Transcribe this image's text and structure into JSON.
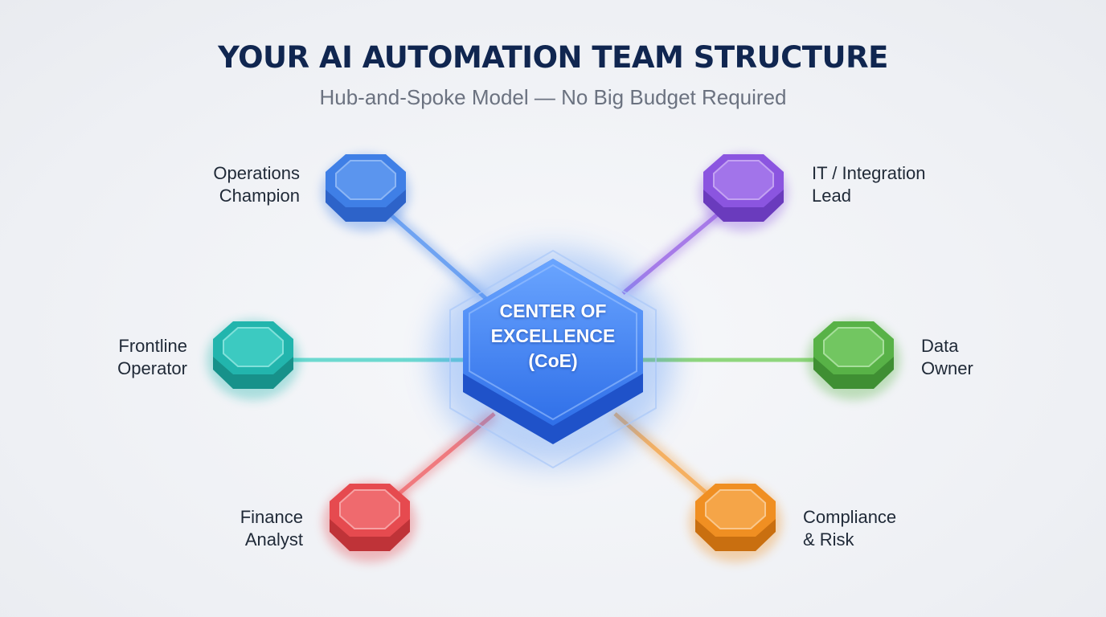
{
  "title": "YOUR AI AUTOMATION TEAM STRUCTURE",
  "subtitle": "Hub-and-Spoke Model — No Big Budget Required",
  "hub": {
    "lines": [
      "CENTER OF",
      "EXCELLENCE",
      "(CoE)"
    ],
    "color": "#3d7ff0"
  },
  "spokes": [
    {
      "lines": [
        "Operations",
        "Champion"
      ],
      "color": "#3f7fe6"
    },
    {
      "lines": [
        "IT / Integration",
        "Lead"
      ],
      "color": "#8b55e0"
    },
    {
      "lines": [
        "Frontline",
        "Operator"
      ],
      "color": "#22b5ad"
    },
    {
      "lines": [
        "Data",
        "Owner"
      ],
      "color": "#58b247"
    },
    {
      "lines": [
        "Finance",
        "Analyst"
      ],
      "color": "#e64a4f"
    },
    {
      "lines": [
        "Compliance",
        "& Risk"
      ],
      "color": "#f08f22"
    }
  ]
}
